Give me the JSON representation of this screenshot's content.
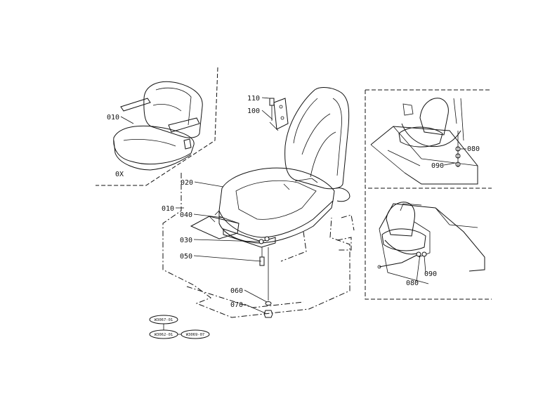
{
  "labels": {
    "p010a": "010",
    "p0x": "0X",
    "p110": "110",
    "p100": "100",
    "p020": "020",
    "p010b": "010",
    "p040": "040",
    "p030": "030",
    "p050": "050",
    "p060": "060",
    "p070": "070",
    "p080a": "080",
    "p090a": "090",
    "p080b": "080",
    "p090b": "090"
  },
  "refs": {
    "r1": "W3067-01",
    "r2": "W3062-01",
    "r3": "W3069-07"
  }
}
